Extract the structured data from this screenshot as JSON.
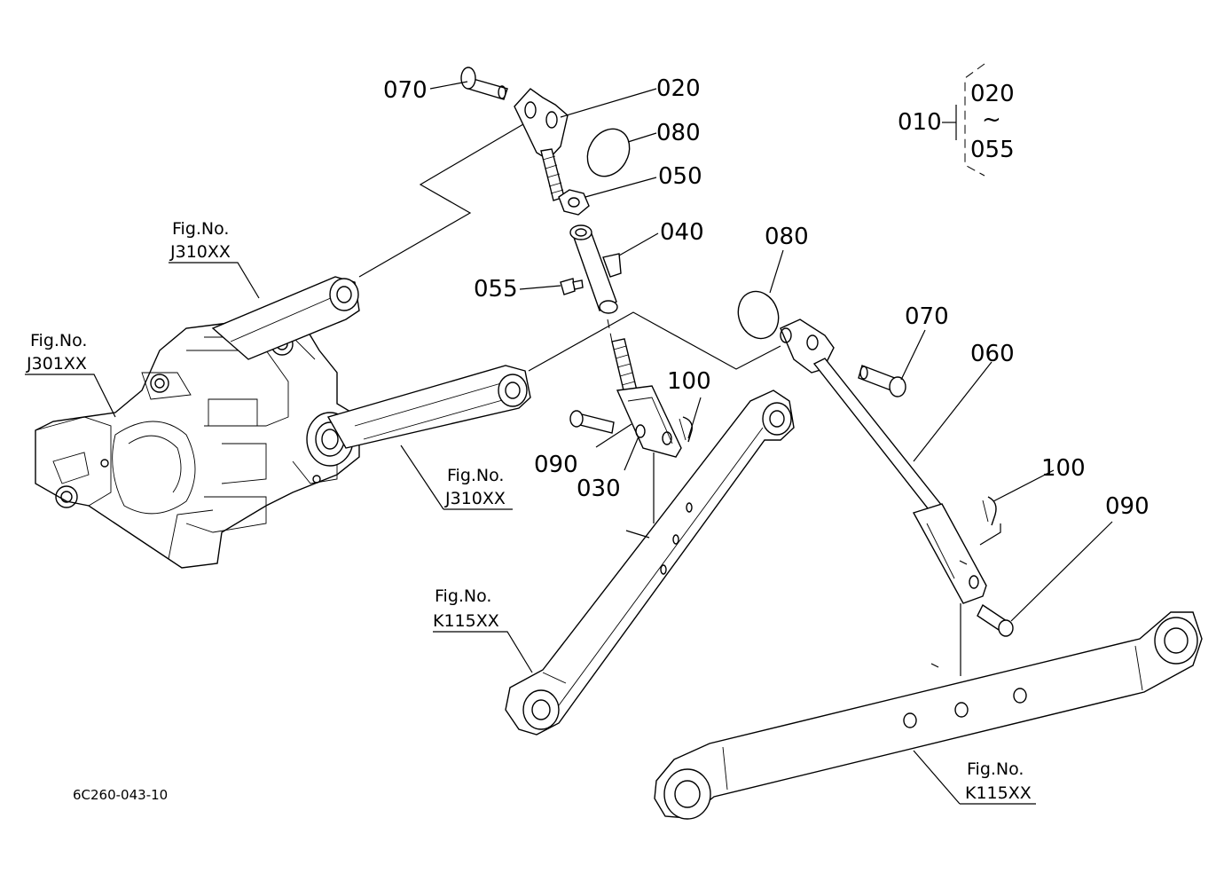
{
  "parts": {
    "p070_top": "070",
    "p020": "020",
    "p080_top": "080",
    "p050": "050",
    "p040": "040",
    "p055": "055",
    "p030": "030",
    "p090_left": "090",
    "p100_left": "100",
    "p080_right": "080",
    "p070_right": "070",
    "p060": "060",
    "p100_right": "100",
    "p090_right": "090"
  },
  "assembly": {
    "number": "010",
    "range_start": "020",
    "range_sep": "~",
    "range_end": "055"
  },
  "figure_refs": {
    "j310_upper": {
      "prefix": "Fig.No.",
      "code": "J310XX"
    },
    "j301": {
      "prefix": "Fig.No.",
      "code": "J301XX"
    },
    "j310_lower": {
      "prefix": "Fig.No.",
      "code": "J310XX"
    },
    "k115_left": {
      "prefix": "Fig.No.",
      "code": "K115XX"
    },
    "k115_right": {
      "prefix": "Fig.No.",
      "code": "K115XX"
    }
  },
  "drawing_code": "6C260-043-10"
}
